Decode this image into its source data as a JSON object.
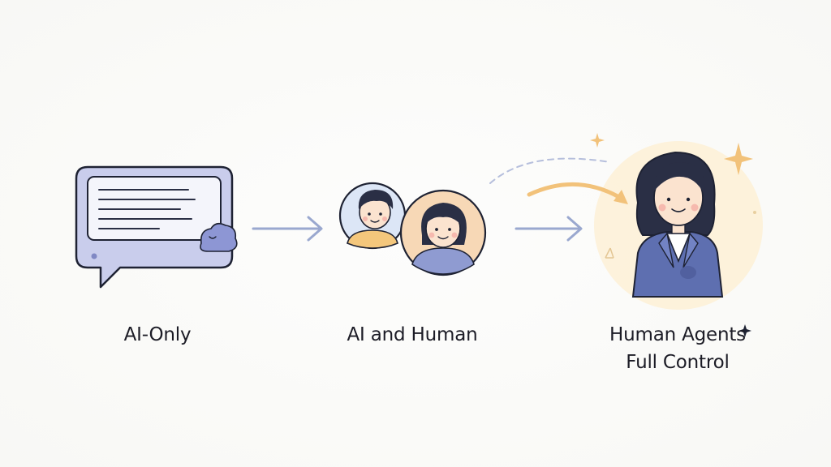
{
  "stages": [
    {
      "id": "ai-only",
      "label": "AI-Only"
    },
    {
      "id": "ai-and-human",
      "label": "AI and Human"
    },
    {
      "id": "human-agents",
      "label_line1": "Human Agents",
      "label_line2": "Full Control"
    }
  ],
  "icons": {
    "stage1": "chat-bubble-icon",
    "stage2": "two-people-avatars-icon",
    "stage3": "human-agent-icon",
    "connectors": "arrow-right-icon"
  },
  "colors": {
    "ink": "#1e2233",
    "bubble_fill": "#c9cdec",
    "bubble_inner": "#f4f5fb",
    "arrow": "#9aa8cf",
    "accent_orange": "#f2c27a",
    "avatar_blue_bg": "#dce6f6",
    "avatar_peach_bg": "#f7d8b6",
    "suit": "#5e6fb0",
    "hair": "#2a2f45"
  }
}
